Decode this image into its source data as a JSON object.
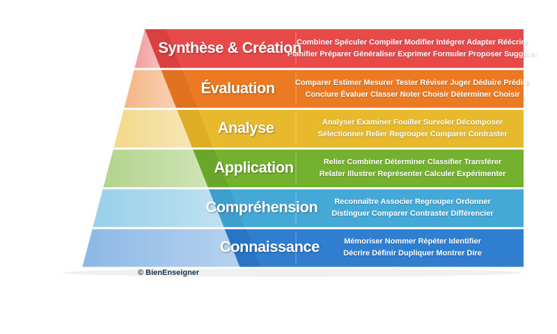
{
  "levels": [
    {
      "title": "Synthèse & Création",
      "verbs_line1": "Combiner Spéculer Compiler Modifier Intégrer Adapter Réécrire",
      "verbs_line2": "Planifier Préparer Généraliser Exprimer Formuler Proposer Suggérer",
      "color": "#e84a4a",
      "color_dark": "#c42f2f"
    },
    {
      "title": "Évaluation",
      "verbs_line1": "Comparer Estimer Mesurer Tester Réviser Juger Déduire Prédire",
      "verbs_line2": "Conclure Évaluer Classer Noter Choisir Déterminer Choisir",
      "color": "#ec7a22",
      "color_dark": "#c9601a"
    },
    {
      "title": "Analyse",
      "verbs_line1": "Analyser Examiner Fouiller Survoler Décomposer",
      "verbs_line2": "Sélectionner Relier Regrouper Comparer Contraster",
      "color": "#e8b92c",
      "color_dark": "#c99a1a"
    },
    {
      "title": "Application",
      "verbs_line1": "Relier Combiner Déterminer Classifier Transférer",
      "verbs_line2": "Relater Illustrer Représenter Calculer Expérimenter",
      "color": "#74b12e",
      "color_dark": "#5a9220"
    },
    {
      "title": "Compréhension",
      "verbs_line1": "Reconnaître Associer Regrouper Ordonner",
      "verbs_line2": "Distinguer Comparer Contraster Différencier",
      "color": "#45a9d8",
      "color_dark": "#2e8dbd"
    },
    {
      "title": "Connaissance",
      "verbs_line1": "Mémoriser Nommer Répéter Identifier",
      "verbs_line2": "Décrire Définir Dupliquer Montrer Dire",
      "color": "#2f7ed0",
      "color_dark": "#1f63ad"
    }
  ],
  "copyright": "© BienEnseigner"
}
